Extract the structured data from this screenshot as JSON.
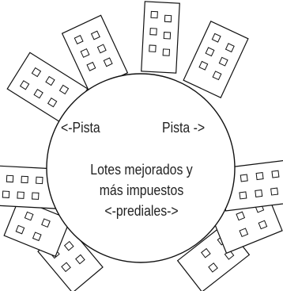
{
  "labels": {
    "pista_left": "<-Pista",
    "pista_right": "Pista ->",
    "center_lines": [
      "Lotes mejorados y",
      "más impuestos",
      "<-prediales->"
    ]
  },
  "colors": {
    "stroke": "#111111",
    "text": "#222222",
    "background": "#ffffff"
  },
  "buildings": [
    {
      "name": "building-left-upper"
    },
    {
      "name": "building-top-left"
    },
    {
      "name": "building-top-center"
    },
    {
      "name": "building-top-right"
    },
    {
      "name": "building-left-lower-a"
    },
    {
      "name": "building-left-lower-b"
    },
    {
      "name": "building-left-lower-c"
    },
    {
      "name": "building-right-lower-a"
    },
    {
      "name": "building-right-lower-b"
    },
    {
      "name": "building-right-lower-c"
    }
  ]
}
